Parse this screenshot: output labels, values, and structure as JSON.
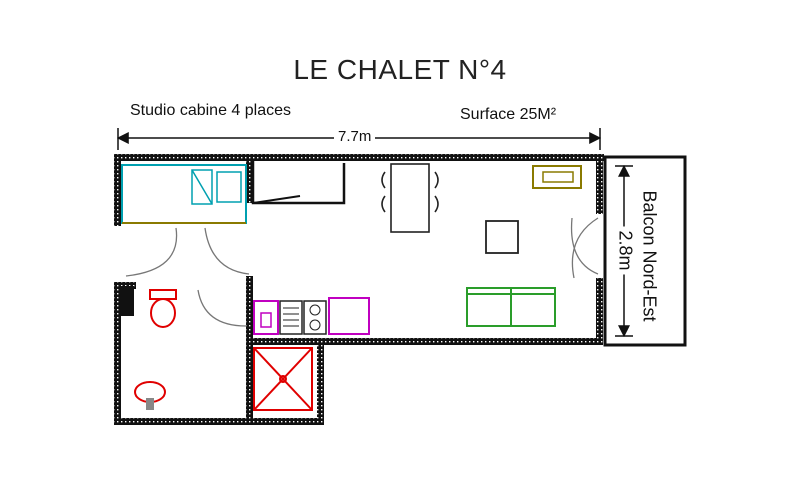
{
  "title": "LE CHALET N°4",
  "subtitle_left": "Studio cabine 4 places",
  "subtitle_right": "Surface 25M²",
  "dim_width": "7.7m",
  "dim_depth": "2.8m",
  "balcony_label": "Balcon Nord-Est",
  "colors": {
    "wall": "#111111",
    "bunk": "#00a0b0",
    "sofa": "#2a9d2a",
    "sanitary": "#e00000",
    "kitchen_sink": "#c000c0",
    "tv": "#8a7a00",
    "furniture": "#222222",
    "door_arc": "#777777"
  }
}
